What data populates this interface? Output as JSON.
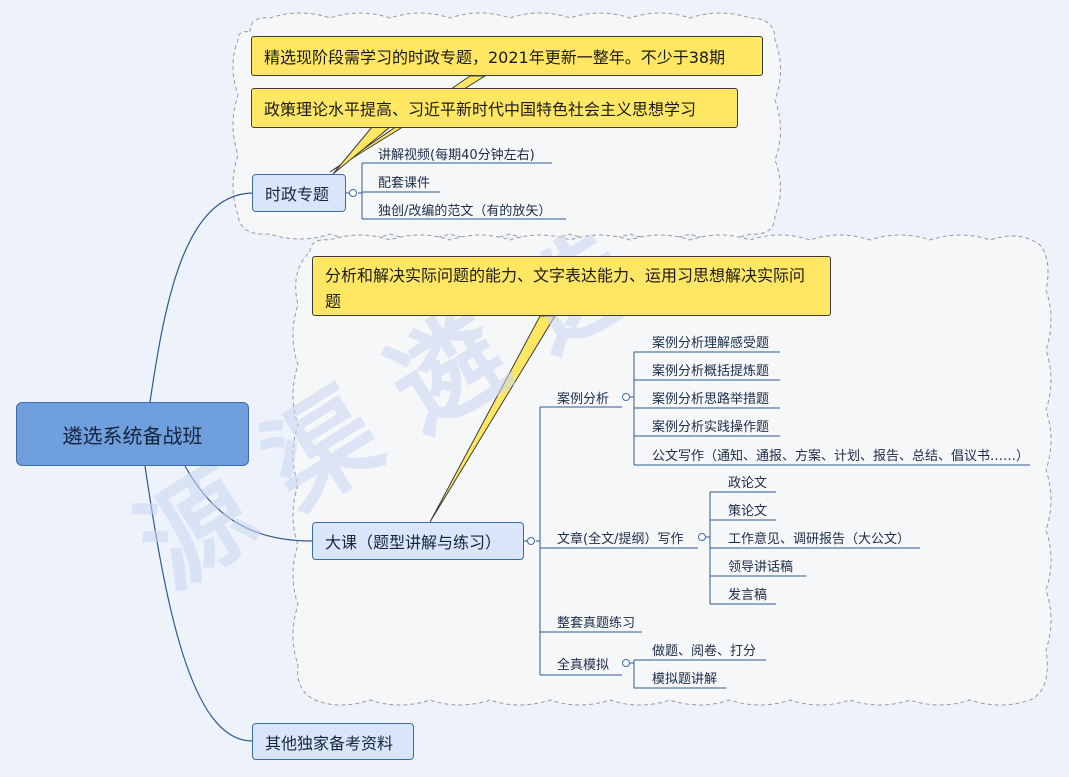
{
  "root": {
    "label": "遴选系统备战班"
  },
  "branches": {
    "current_affairs": {
      "label": "时政专题",
      "notes": [
        "精选现阶段需学习的时政专题，2021年更新一整年。不少于38期",
        "政策理论水平提高、习近平新时代中国特色社会主义思想学习"
      ],
      "children": [
        "讲解视频(每期40分钟左右)",
        "配套课件",
        "独创/改编的范文（有的放矢）"
      ]
    },
    "main_course": {
      "label": "大课（题型讲解与练习）",
      "note": "分析和解决实际问题的能力、文字表达能力、运用习思想解决实际问题",
      "case_analysis": {
        "label": "案例分析",
        "children": [
          "案例分析理解感受题",
          "案例分析概括提炼题",
          "案例分析思路举措题",
          "案例分析实践操作题",
          "公文写作（通知、通报、方案、计划、报告、总结、倡议书……）"
        ]
      },
      "essay_writing": {
        "label": "文章(全文/提纲）写作",
        "children": [
          "政论文",
          "策论文",
          "工作意见、调研报告（大公文）",
          "领导讲话稿",
          "发言稿"
        ]
      },
      "full_set": {
        "label": "整套真题练习"
      },
      "mock_exam": {
        "label": "全真模拟",
        "children": [
          "做题、阅卷、打分",
          "模拟题讲解"
        ]
      }
    },
    "other": {
      "label": "其他独家备考资料"
    }
  },
  "watermark": {
    "text": "源 渠 遴 选"
  },
  "colors": {
    "root_fill": "#6fa0dd",
    "branch_fill": "#d9e6fa",
    "callout_fill": "#ffe764",
    "line": "#3d6da8",
    "watermark": "#c9d6f2"
  }
}
